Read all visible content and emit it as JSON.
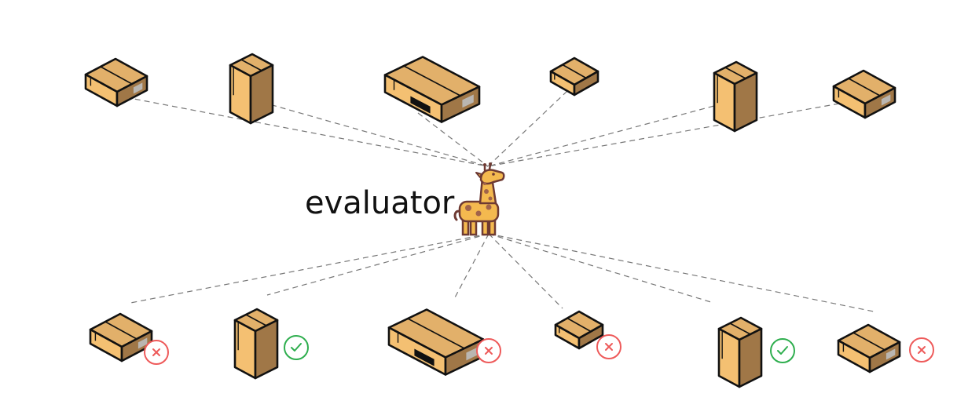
{
  "evaluator": {
    "label": "evaluator",
    "icon": "giraffe-icon"
  },
  "colors": {
    "box_top": "#E2B06A",
    "box_front": "#F4C072",
    "box_side": "#A07747",
    "outline": "#111111",
    "connector": "#777777",
    "accept": "#2EAE4E",
    "reject": "#EE5A5A",
    "giraffe_body": "#F4B94F",
    "giraffe_spots": "#A0634A",
    "giraffe_outline": "#6E3A33"
  },
  "inputs": [
    {
      "id": "box-1",
      "shape": "small-flat"
    },
    {
      "id": "box-2",
      "shape": "tall"
    },
    {
      "id": "box-3",
      "shape": "large-flat"
    },
    {
      "id": "box-4",
      "shape": "tiny-flat"
    },
    {
      "id": "box-5",
      "shape": "tall"
    },
    {
      "id": "box-6",
      "shape": "small-flat"
    }
  ],
  "outputs": [
    {
      "id": "box-1",
      "shape": "small-flat",
      "verdict": "rejected",
      "verdict_icon": "x-icon"
    },
    {
      "id": "box-2",
      "shape": "tall",
      "verdict": "accepted",
      "verdict_icon": "check-icon"
    },
    {
      "id": "box-3",
      "shape": "large-flat",
      "verdict": "rejected",
      "verdict_icon": "x-icon"
    },
    {
      "id": "box-4",
      "shape": "tiny-flat",
      "verdict": "rejected",
      "verdict_icon": "x-icon"
    },
    {
      "id": "box-5",
      "shape": "tall",
      "verdict": "accepted",
      "verdict_icon": "check-icon"
    },
    {
      "id": "box-6",
      "shape": "small-flat",
      "verdict": "rejected",
      "verdict_icon": "x-icon"
    }
  ]
}
